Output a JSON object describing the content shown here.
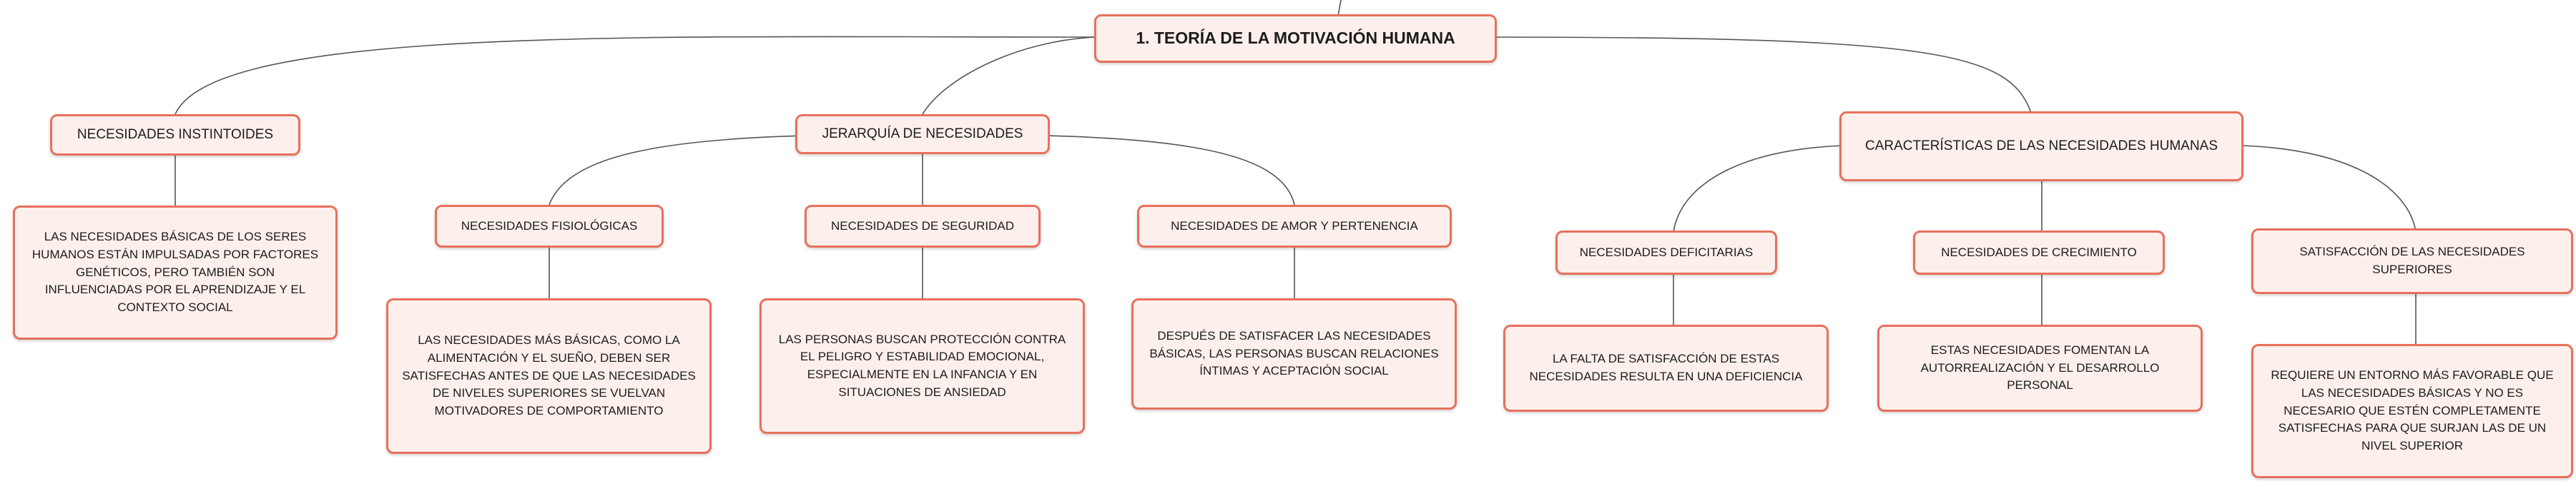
{
  "diagram": {
    "root": {
      "text": "1. TEORÍA DE LA MOTIVACIÓN HUMANA"
    },
    "branches": [
      {
        "label": "NECESIDADES INSTINTOIDES",
        "description": "LAS NECESIDADES BÁSICAS DE LOS SERES HUMANOS ESTÁN IMPULSADAS POR FACTORES GENÉTICOS, PERO TAMBIÉN SON INFLUENCIADAS POR EL APRENDIZAJE Y EL CONTEXTO SOCIAL"
      },
      {
        "label": "JERARQUÍA DE NECESIDADES",
        "children": [
          {
            "label": "NECESIDADES FISIOLÓGICAS",
            "description": "LAS NECESIDADES MÁS BÁSICAS, COMO LA ALIMENTACIÓN Y EL SUEÑO, DEBEN SER SATISFECHAS ANTES DE QUE LAS NECESIDADES DE NIVELES SUPERIORES SE VUELVAN MOTIVADORES DE COMPORTAMIENTO"
          },
          {
            "label": "NECESIDADES DE SEGURIDAD",
            "description": "LAS PERSONAS BUSCAN PROTECCIÓN CONTRA EL PELIGRO Y ESTABILIDAD EMOCIONAL, ESPECIALMENTE EN LA INFANCIA Y EN SITUACIONES DE ANSIEDAD"
          },
          {
            "label": "NECESIDADES DE AMOR Y PERTENENCIA",
            "description": "DESPUÉS DE SATISFACER LAS NECESIDADES BÁSICAS, LAS PERSONAS BUSCAN RELACIONES ÍNTIMAS Y ACEPTACIÓN SOCIAL"
          }
        ]
      },
      {
        "label": "CARACTERÍSTICAS DE LAS NECESIDADES HUMANAS",
        "children": [
          {
            "label": "NECESIDADES DEFICITARIAS",
            "description": "LA FALTA DE SATISFACCIÓN DE ESTAS NECESIDADES RESULTA EN UNA DEFICIENCIA"
          },
          {
            "label": "NECESIDADES DE CRECIMIENTO",
            "description": "ESTAS NECESIDADES FOMENTAN LA AUTORREALIZACIÓN Y EL DESARROLLO PERSONAL"
          },
          {
            "label": "SATISFACCIÓN DE LAS NECESIDADES SUPERIORES",
            "description": "REQUIERE UN ENTORNO MÁS FAVORABLE QUE LAS NECESIDADES BÁSICAS Y NO ES NECESARIO QUE ESTÉN COMPLETAMENTE SATISFECHAS PARA QUE SURJAN LAS DE UN NIVEL SUPERIOR"
          }
        ]
      }
    ]
  },
  "colors": {
    "node_fill": "#fdf0ec",
    "node_border": "#e8705c",
    "connector": "#555555",
    "text": "#1c1c1c"
  }
}
